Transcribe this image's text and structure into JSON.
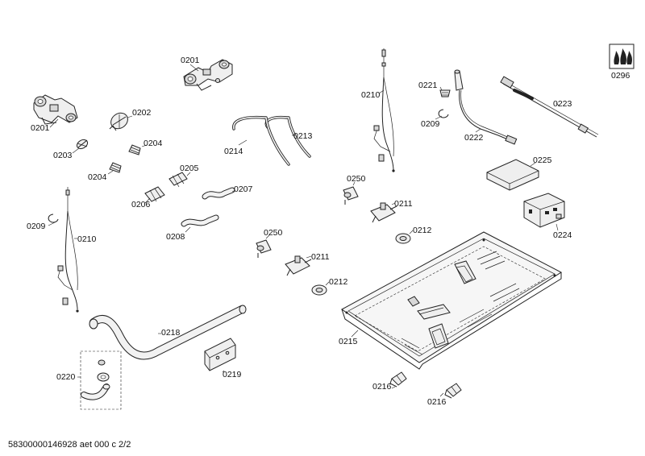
{
  "labels": {
    "burner_top": "0201",
    "burner_left": "0201",
    "knob_disc": "0202",
    "clip_0203": "0203",
    "cap_0204a": "0204",
    "cap_0204b": "0204",
    "nozzle_0205": "0205",
    "nozzle_0206": "0206",
    "pipe_0207": "0207",
    "pipe_0208": "0208",
    "clip_0209_left": "0209",
    "thermo_left": "0210",
    "thermo_right": "0210",
    "ring_0209_right": "0209",
    "ignitor_plug": "0221",
    "ignitor_lead": "0222",
    "cable_0223": "0223",
    "plate_0225": "0225",
    "ignition_module": "0224",
    "rod_0213": "0213",
    "rod_0214": "0214",
    "valve_0250_right": "0250",
    "valve_0250_left": "0250",
    "tap_0211_right": "0211",
    "tap_0211_left": "0211",
    "nut_0212_right": "0212",
    "nut_0212_left": "0212",
    "tray": "0215",
    "bracket_0216a": "0216",
    "bracket_0216b": "0216",
    "main_pipe": "0218",
    "bracket_0219": "0219",
    "connector_kit": "0220",
    "gas_symbol": "0296"
  },
  "footer": "58300000146928 aet 000 c 2/2"
}
